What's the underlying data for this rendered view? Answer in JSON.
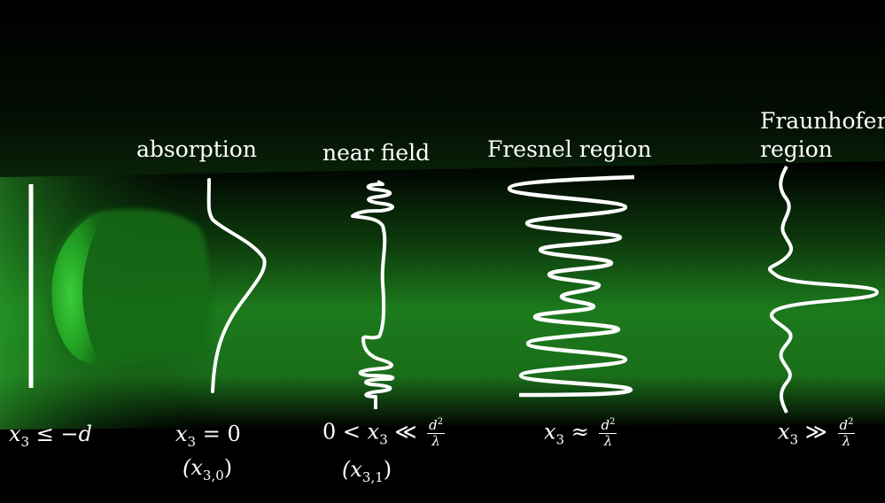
{
  "colors": {
    "background": "#000000",
    "beam": "#1f8a1f",
    "curve": "#ffffff"
  },
  "labels": {
    "absorption": "absorption",
    "near_field": "near field",
    "fresnel": "Fresnel region",
    "fraunhofer_line1": "Fraunhofer",
    "fraunhofer_line2": "region"
  },
  "conditions": {
    "c1": {
      "var": "x",
      "sub": "3",
      "rel": "≤",
      "rhs": "−d"
    },
    "c2": {
      "var": "x",
      "sub": "3",
      "rel": "=",
      "rhs": "0",
      "note": "(x",
      "note_sub": "3,0",
      "note_close": ")"
    },
    "c3": {
      "lhs": "0",
      "rel1": "<",
      "var": "x",
      "sub": "3",
      "rel2": "≪",
      "num": "d",
      "num_sup": "2",
      "den": "λ",
      "note": "(x",
      "note_sub": "3,1",
      "note_close": ")"
    },
    "c4": {
      "var": "x",
      "sub": "3",
      "rel": "≈",
      "num": "d",
      "num_sup": "2",
      "den": "λ"
    },
    "c5": {
      "var": "x",
      "sub": "3",
      "rel": "≫",
      "num": "d",
      "num_sup": "2",
      "den": "λ"
    }
  }
}
